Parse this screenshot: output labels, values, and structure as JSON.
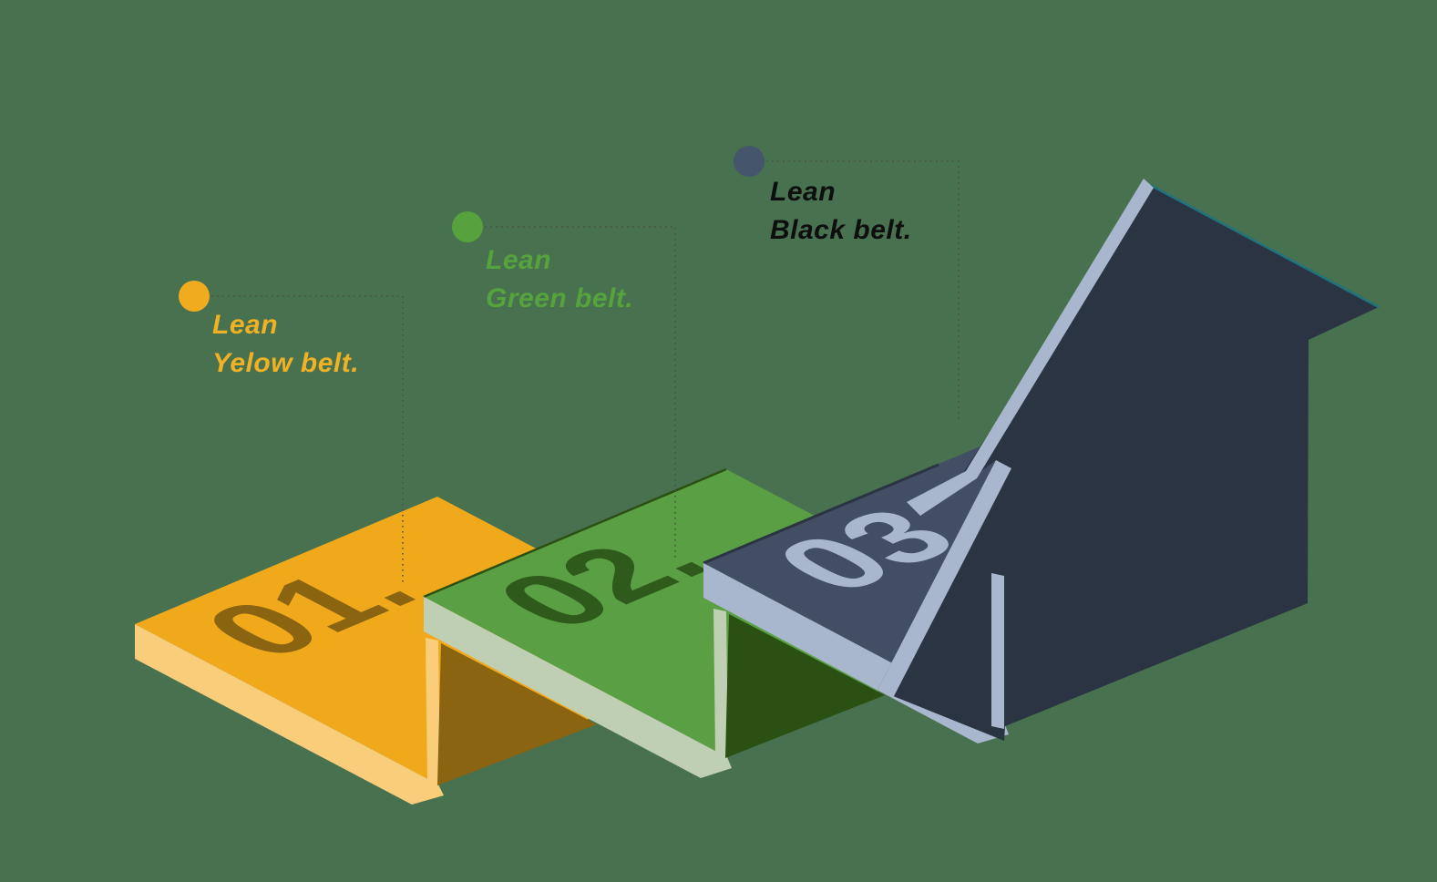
{
  "title": "Lean belt levels step infographic",
  "background_color": "#47714F",
  "line_color": "#4A4F41",
  "steps": [
    {
      "number": "01.",
      "colors": {
        "face": "#F1A91C",
        "edge": "#FACD7B",
        "shadow": "#8A6410",
        "number": "#8A6410"
      }
    },
    {
      "number": "02.",
      "colors": {
        "face": "#5A9F43",
        "edge": "#BECFB4",
        "shadow": "#2B5013",
        "number": "#2E5B1C"
      }
    },
    {
      "number": "03",
      "colors": {
        "face": "#414E63",
        "edge": "#A8B7CD",
        "shadow": "#2A3443",
        "number": "#A8B7CD"
      }
    }
  ],
  "callouts": [
    {
      "line1": "Lean",
      "line2": "Yelow belt.",
      "text_color": "#F0B125",
      "dot_color": "#F0AC1E"
    },
    {
      "line1": "Lean",
      "line2": "Green belt.",
      "text_color": "#56A23C",
      "dot_color": "#57A23D"
    },
    {
      "line1": "Lean",
      "line2": "Black belt.",
      "text_color": "#0E0E0E",
      "dot_color": "#45556B"
    }
  ],
  "arrow": {
    "body_color": "#2A3443",
    "highlight_color": "#A8B7CD",
    "accent_line_color": "#20727F"
  }
}
